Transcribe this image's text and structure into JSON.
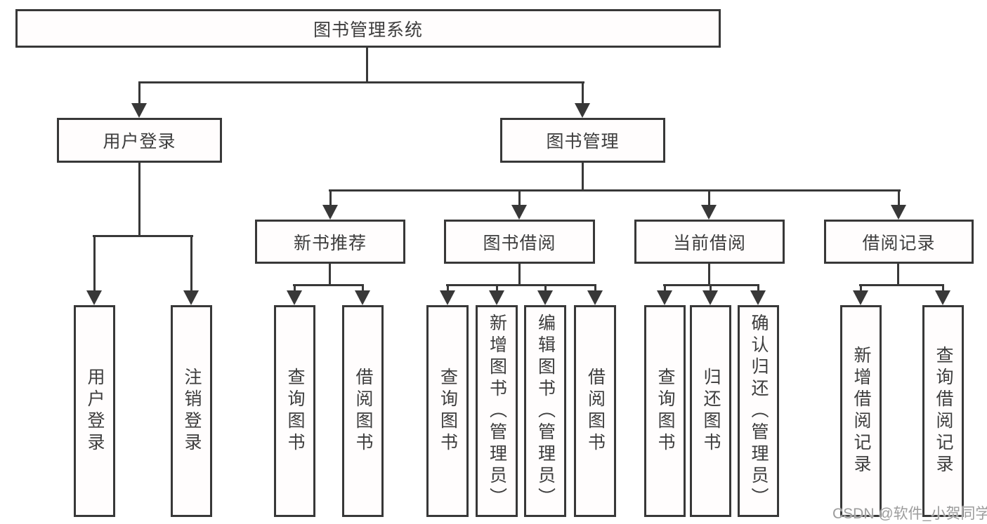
{
  "colors": {
    "line": "#383838",
    "node_border": "#383838",
    "node_background": "#ffffff",
    "text": "#3d3d3d",
    "watermark": "#9c9c9c"
  },
  "tree": {
    "label": "图书管理系统",
    "children": [
      {
        "label": "用户登录",
        "children": [
          {
            "label": "用户登录"
          },
          {
            "label": "注销登录"
          }
        ]
      },
      {
        "label": "图书管理",
        "children": [
          {
            "label": "新书推荐",
            "children": [
              {
                "label": "查询图书"
              },
              {
                "label": "借阅图书"
              }
            ]
          },
          {
            "label": "图书借阅",
            "children": [
              {
                "label": "查询图书"
              },
              {
                "label": "新增图书（管理员）"
              },
              {
                "label": "编辑图书（管理员）"
              },
              {
                "label": "借阅图书"
              }
            ]
          },
          {
            "label": "当前借阅",
            "children": [
              {
                "label": "查询图书"
              },
              {
                "label": "归还图书"
              },
              {
                "label": "确认归还（管理员）"
              }
            ]
          },
          {
            "label": "借阅记录",
            "children": [
              {
                "label": "新增借阅记录"
              },
              {
                "label": "查询借阅记录"
              }
            ]
          }
        ]
      }
    ]
  },
  "watermark": {
    "text": "CSDN @软件_小贺同学"
  }
}
